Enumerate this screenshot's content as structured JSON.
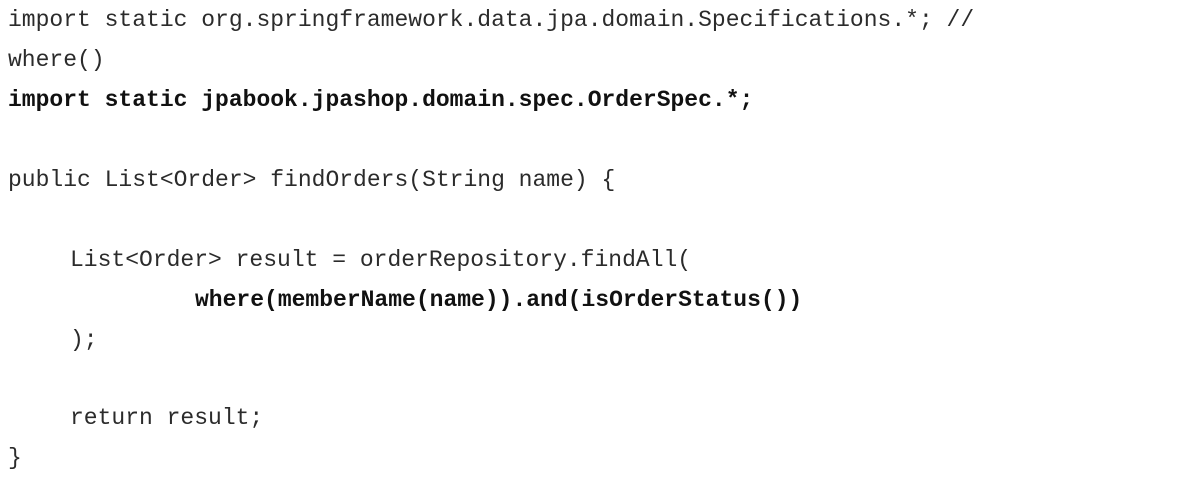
{
  "code": {
    "lines": [
      {
        "text": "import static org.springframework.data.jpa.domain.Specifications.*; //",
        "bold": false
      },
      {
        "text": "where()",
        "bold": false
      },
      {
        "text": "import static jpabook.jpashop.domain.spec.OrderSpec.*;",
        "bold": true
      },
      {
        "text": "public List<Order> findOrders(String name) {",
        "bold": false
      },
      {
        "text": "List<Order> result = orderRepository.findAll(",
        "bold": false
      },
      {
        "text": "where(memberName(name)).and(isOrderStatus())",
        "bold": true
      },
      {
        "text": ");",
        "bold": false
      },
      {
        "text": "return result;",
        "bold": false
      },
      {
        "text": "}",
        "bold": false
      }
    ]
  }
}
